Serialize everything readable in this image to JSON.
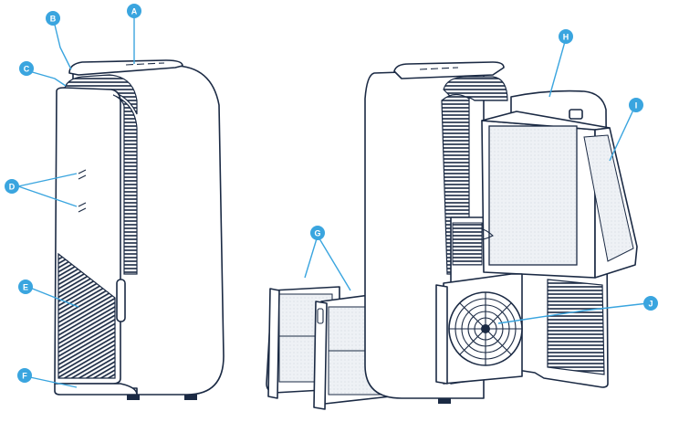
{
  "callouts": {
    "A": "A",
    "B": "B",
    "C": "C",
    "D": "D",
    "E": "E",
    "F": "F",
    "G": "G",
    "H": "H",
    "I": "I",
    "J": "J"
  },
  "colors": {
    "outline": "#1b2a44",
    "callout": "#3aa5df",
    "background": "#ffffff"
  }
}
